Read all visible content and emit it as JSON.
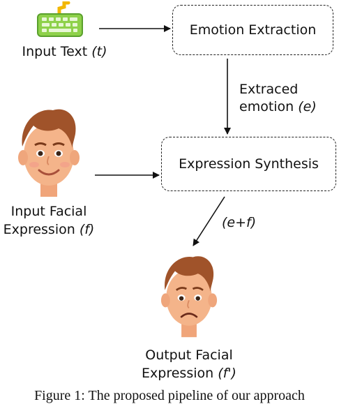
{
  "input_text": {
    "label": "Input Text",
    "var": "(t)"
  },
  "emotion_extraction": {
    "label": "Emotion Extraction"
  },
  "extracted": {
    "line1": "Extraced",
    "line2": "emotion",
    "var": "(e)"
  },
  "input_face": {
    "line1": "Input Facial",
    "line2": "Expression",
    "var": "(f)"
  },
  "expression_synthesis": {
    "label": "Expression Synthesis"
  },
  "combined": {
    "label": "(e+f)"
  },
  "output_face": {
    "line1": "Output Facial",
    "line2": "Expression",
    "var": "(f')"
  },
  "caption": "Figure 1: The proposed pipeline of our approach",
  "icons": {
    "keyboard": "keyboard-icon",
    "input_face": "smiling-face-icon",
    "output_face": "sad-face-icon"
  },
  "colors": {
    "keyboard_fill": "#8ed14a",
    "keyboard_cable": "#f2b705",
    "skin": "#f4b48a",
    "hair": "#a0532a"
  }
}
